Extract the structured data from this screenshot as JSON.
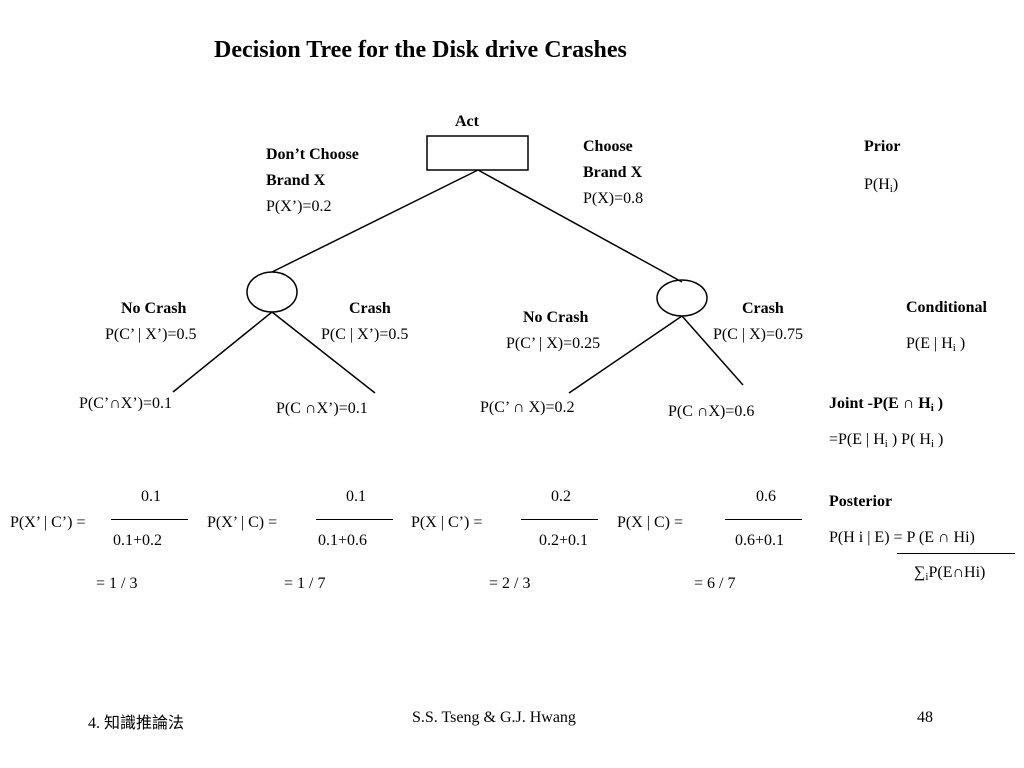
{
  "title": "Decision Tree for the Disk drive Crashes",
  "tree": {
    "root": "Act",
    "left_branch": {
      "line1": "Don’t Choose",
      "line2": "Brand X",
      "prob": "P(X’)=0.2"
    },
    "right_branch": {
      "line1": "Choose",
      "line2": "Brand X",
      "prob": "P(X)=0.8"
    },
    "ll": {
      "label": "No Crash",
      "prob": "P(C’ | X’)=0.5"
    },
    "lr": {
      "label": "Crash",
      "prob": "P(C | X’)=0.5"
    },
    "rl": {
      "label": "No Crash",
      "prob": "P(C’ | X)=0.25"
    },
    "rr": {
      "label": "Crash",
      "prob": "P(C | X)=0.75"
    },
    "joints": [
      "P(C’∩X’)=0.1",
      "P(C ∩X’)=0.1",
      "P(C’ ∩ X)=0.2",
      "P(C ∩X)=0.6"
    ]
  },
  "legend": {
    "prior_title": "Prior",
    "prior_expr": "P(H",
    "sub_i": "i",
    "close_paren": ")",
    "conditional_title": "Conditional",
    "conditional_expr": "P(E | H",
    "conditional_close": " )",
    "joint_title": "Joint -P(E ∩ H",
    "joint_close": " )",
    "joint_expr_a": "=P(E | H",
    "joint_expr_b": " ) P( H",
    "joint_expr_c": " )",
    "posterior_title": "Posterior",
    "posterior_expr": "P(H i | E) = P (E ∩ Hi)",
    "posterior_sum": "∑",
    "posterior_den": "P(E∩Hi)"
  },
  "fractions": [
    {
      "lhs": "P(X’ | C’) =",
      "num": "0.1",
      "den": "0.1+0.2",
      "result": "= 1 / 3"
    },
    {
      "lhs": "P(X’ | C) =",
      "num": "0.1",
      "den": "0.1+0.6",
      "result": "= 1 / 7"
    },
    {
      "lhs": "P(X | C’) =",
      "num": "0.2",
      "den": "0.2+0.1",
      "result": "= 2 / 3"
    },
    {
      "lhs": "P(X | C) =",
      "num": "0.6",
      "den": "0.6+0.1",
      "result": "= 6 / 7"
    }
  ],
  "footer": {
    "left": "4. 知識推論法",
    "center": "S.S. Tseng & G.J. Hwang",
    "right": "48"
  }
}
